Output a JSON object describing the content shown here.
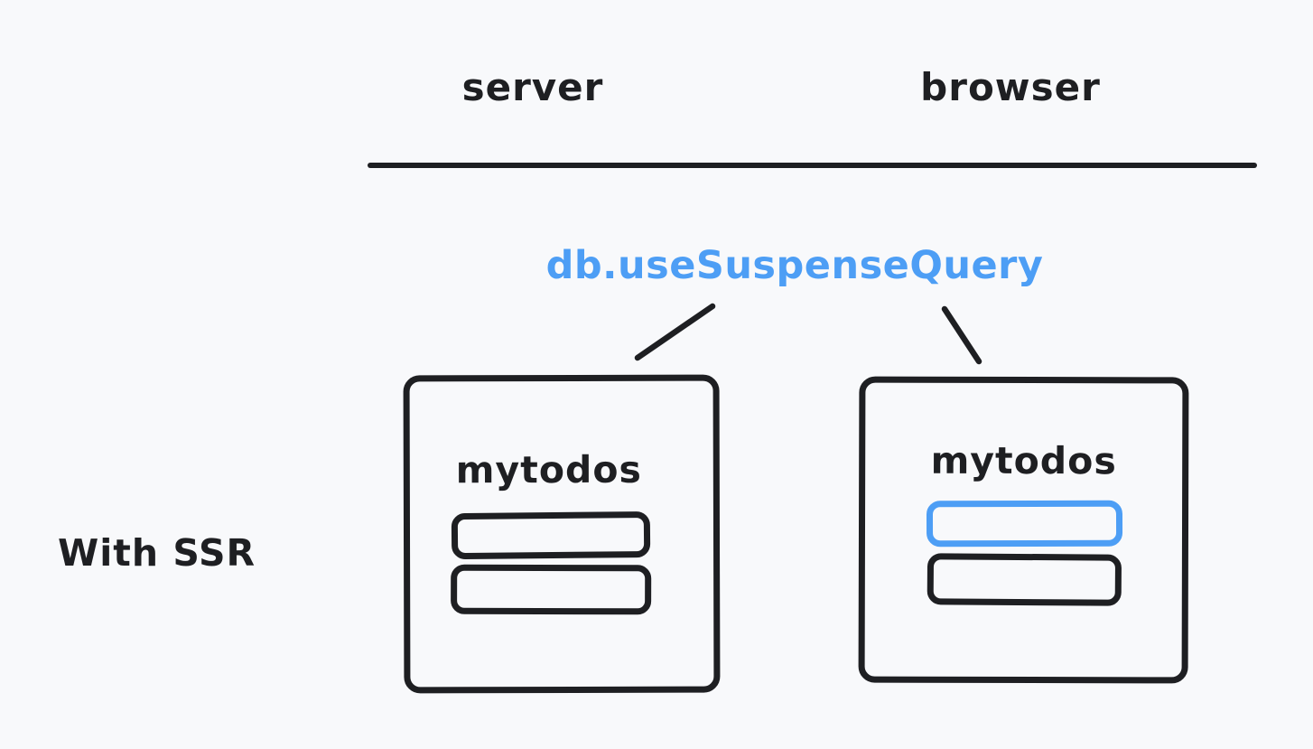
{
  "canvas": {
    "bg": "#f8f9fb",
    "ink": "#1e1f22",
    "accent": "#4d9ef5"
  },
  "header": {
    "server_label": "server",
    "browser_label": "browser"
  },
  "scenario_label": "With SSR",
  "query_annotation": "db.useSuspenseQuery",
  "server_box": {
    "title": "mytodos",
    "rows": [
      {
        "variant": "ink"
      },
      {
        "variant": "ink"
      }
    ]
  },
  "browser_box": {
    "title": "mytodos",
    "rows": [
      {
        "variant": "accent"
      },
      {
        "variant": "ink"
      }
    ]
  }
}
